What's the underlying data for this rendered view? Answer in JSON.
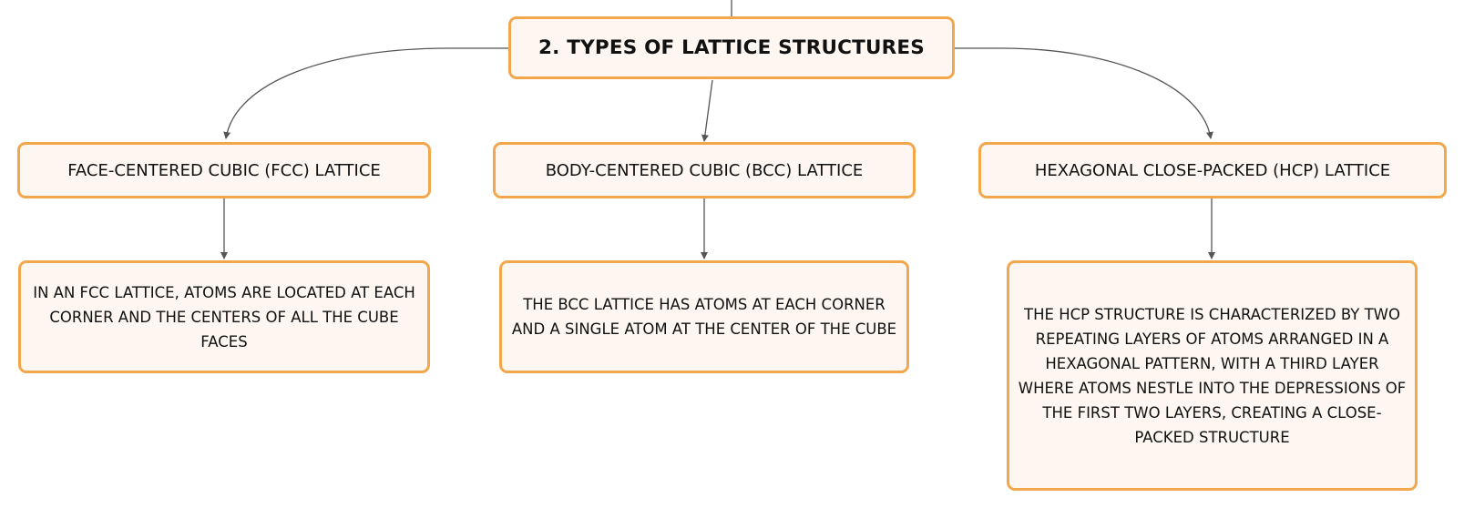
{
  "diagram": {
    "root": {
      "label": "2. TYPES OF LATTICE STRUCTURES"
    },
    "branches": [
      {
        "label": "FACE-CENTERED CUBIC (FCC) LATTICE",
        "description": "IN AN FCC LATTICE, ATOMS ARE LOCATED AT EACH CORNER AND THE CENTERS OF ALL THE CUBE FACES"
      },
      {
        "label": "BODY-CENTERED CUBIC (BCC) LATTICE",
        "description": "THE BCC LATTICE HAS ATOMS AT EACH CORNER AND A SINGLE ATOM AT THE CENTER OF THE CUBE"
      },
      {
        "label": "HEXAGONAL CLOSE-PACKED (HCP) LATTICE",
        "description": "THE HCP STRUCTURE IS CHARACTERIZED BY TWO REPEATING LAYERS OF ATOMS ARRANGED IN A HEXAGONAL PATTERN, WITH A THIRD LAYER WHERE ATOMS NESTLE INTO THE DEPRESSIONS OF THE FIRST TWO LAYERS, CREATING A CLOSE-PACKED STRUCTURE"
      }
    ]
  },
  "colors": {
    "node_border": "#f3a74d",
    "node_fill": "#fef7f1",
    "connector": "#555555",
    "text": "#111111"
  }
}
